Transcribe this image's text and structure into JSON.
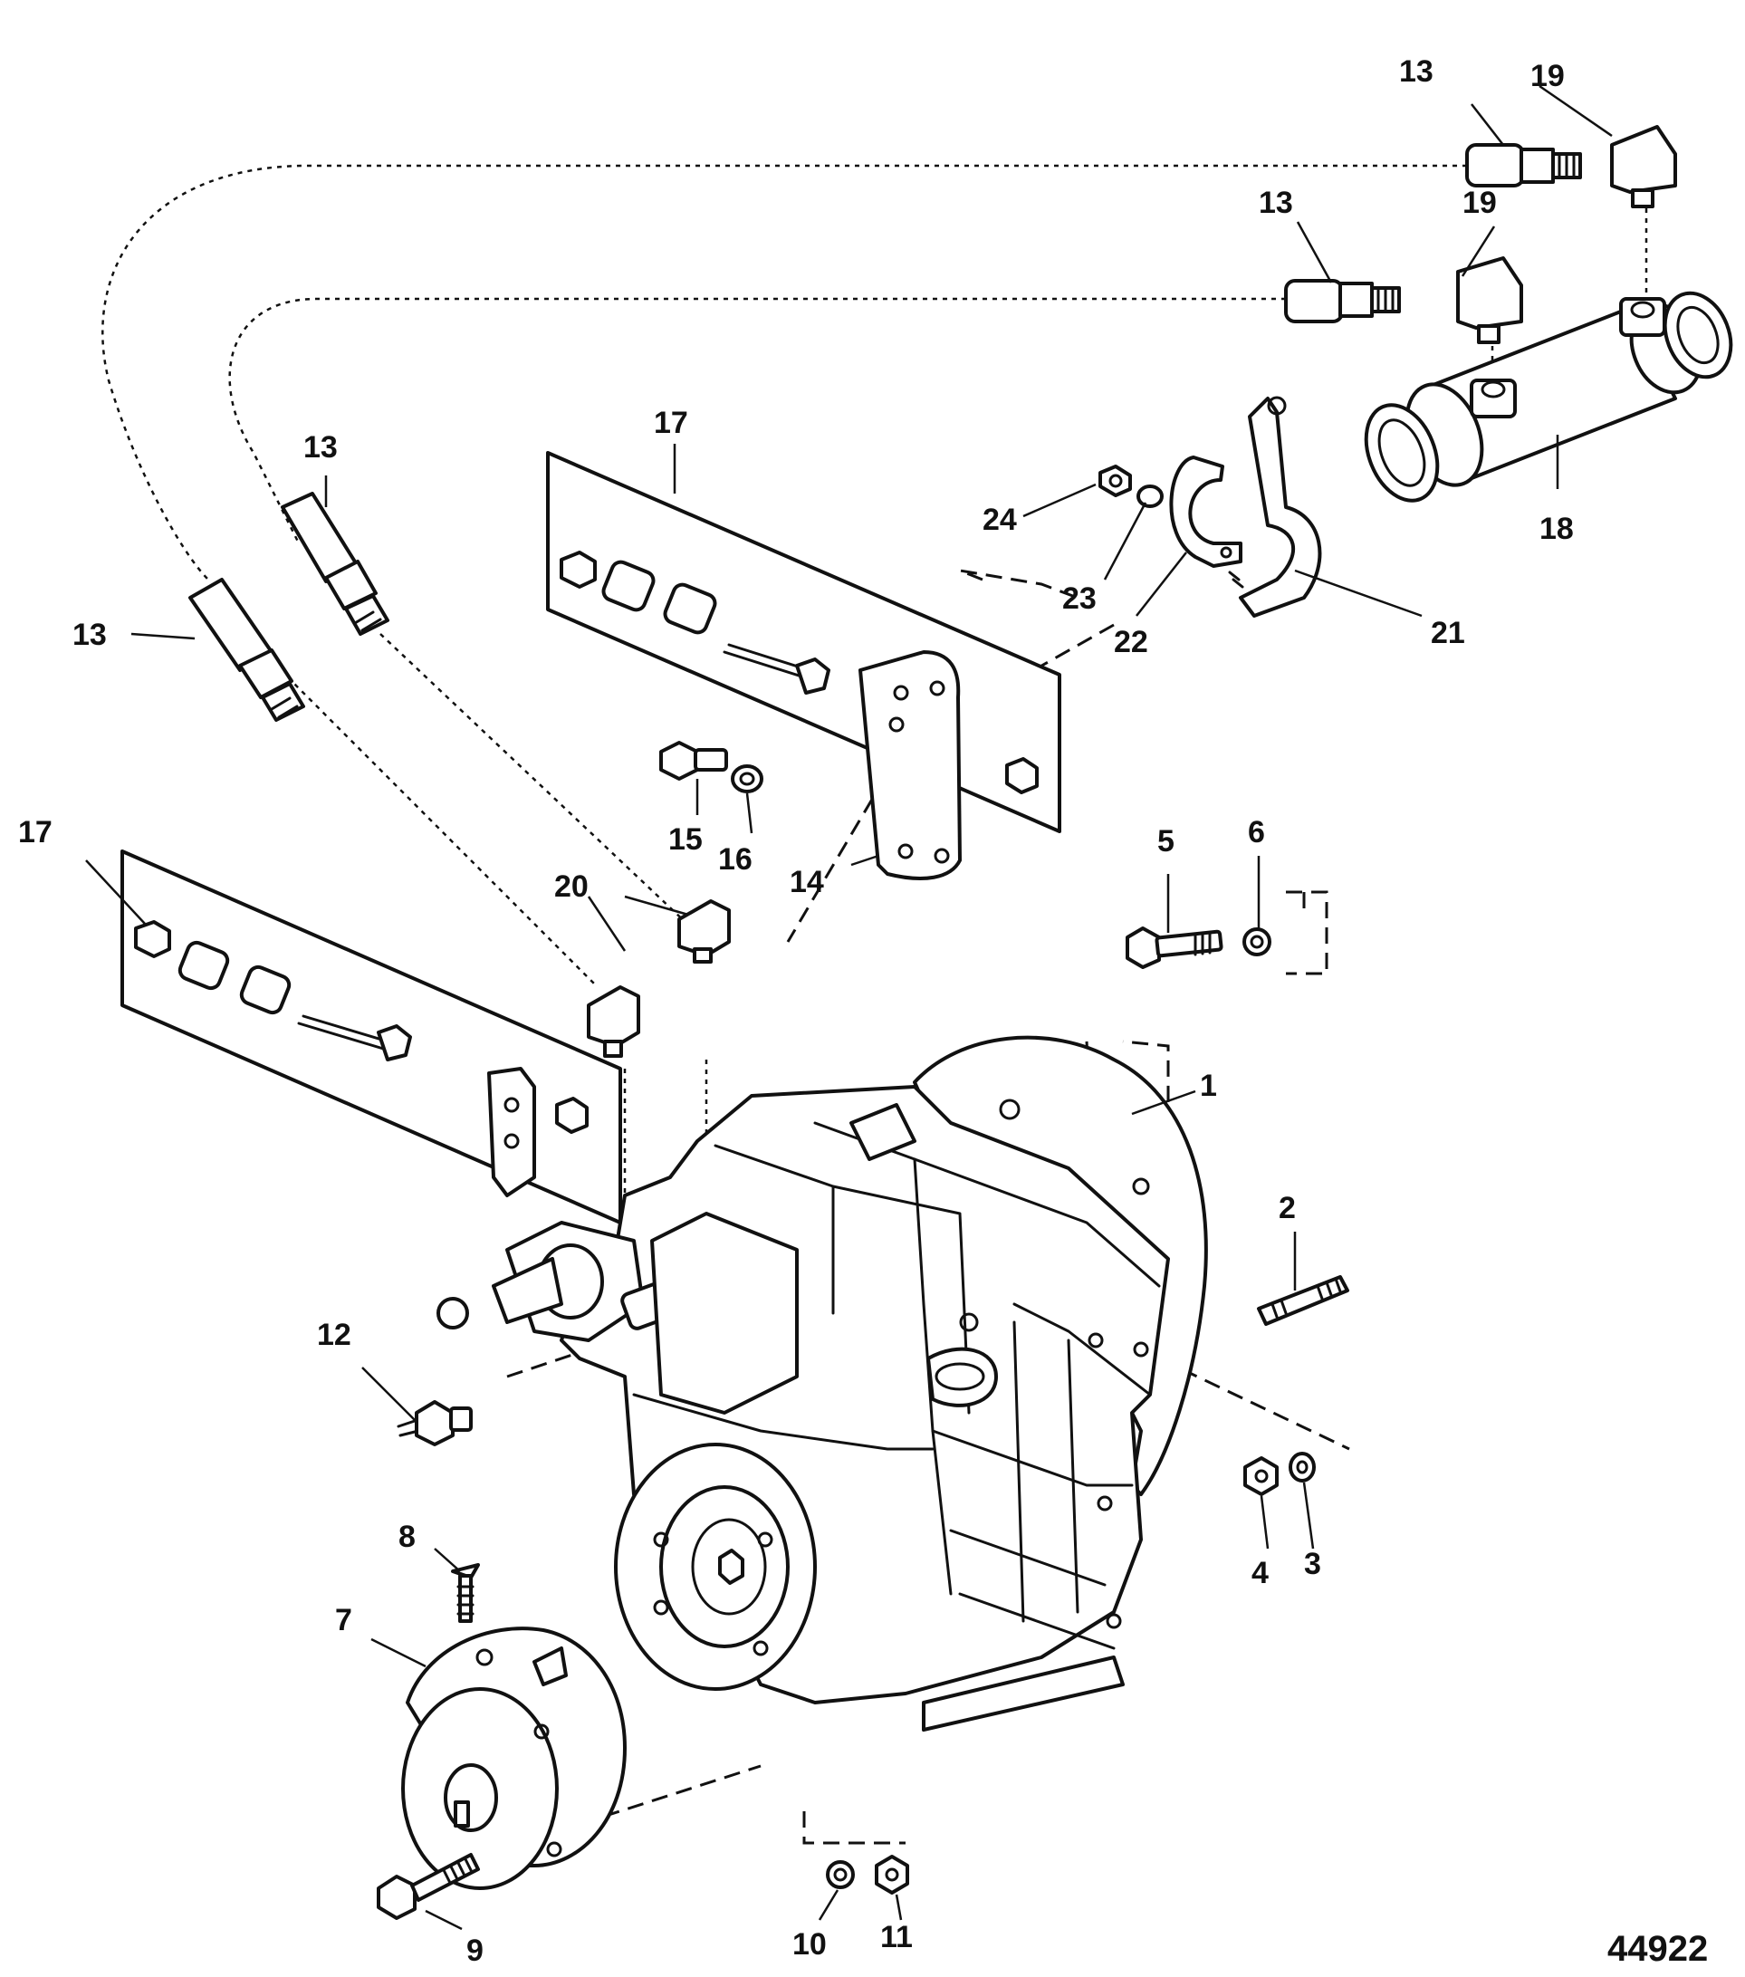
{
  "figure_number": "44922",
  "callouts": {
    "c13a": "13",
    "c19a": "19",
    "c13b": "13",
    "c19b": "19",
    "c13c": "13",
    "c13d": "13",
    "c17a": "17",
    "c17b": "17",
    "c18": "18",
    "c24": "24",
    "c23": "23",
    "c22": "22",
    "c21": "21",
    "c15": "15",
    "c16": "16",
    "c14": "14",
    "c5": "5",
    "c6": "6",
    "c20": "20",
    "c1": "1",
    "c2": "2",
    "c12": "12",
    "c4": "4",
    "c3": "3",
    "c8": "8",
    "c7": "7",
    "c9": "9",
    "c10": "10",
    "c11": "11"
  }
}
